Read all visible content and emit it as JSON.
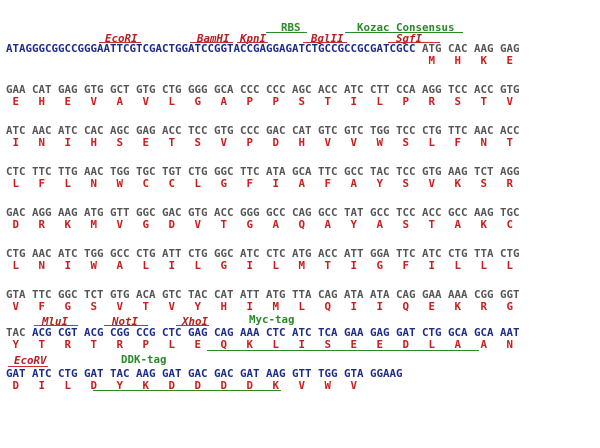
{
  "restriction_sites": {
    "ecori": "EcoRI",
    "bamhi": "BamHI",
    "kpni": "KpnI",
    "bglii": "BglII",
    "sgfi": "SgfI",
    "mlui": "MluI",
    "noti": "NotI",
    "xhoi": "XhoI",
    "ecorv": "EcoRV"
  },
  "features": {
    "rbs": "RBS",
    "kozak": "Kozac Consensus",
    "myc": "Myc-tag",
    "ddk": "DDK-tag"
  },
  "colors": {
    "vector_sequence": "#1c2a8c",
    "insert_sequence": "#555555",
    "amino_acids": "#cc1d1d",
    "restriction_site": "#b42020",
    "tag_feature": "#2a8a2a"
  },
  "sequence_lines": [
    {
      "nt_vector": "ATAGGGCGGCCGGGAATTCGTCGACTGGATCCGGTACCGAGGAGATCTGCCGCCGCGATCGCC",
      "nt_insert": " ATG CAC AAG GAG",
      "aa": "                                                                 M   H   K   E"
    },
    {
      "nt_insert": "GAA CAT GAG GTG GCT GTG CTG GGG GCA CCC CCC AGC ACC ATC CTT CCA AGG TCC ACC GTG",
      "aa": " E   H   E   V   A   V   L   G   A   P   P   S   T   I   L   P   R   S   T   V"
    },
    {
      "nt_insert": "ATC AAC ATC CAC AGC GAG ACC TCC GTG CCC GAC CAT GTC GTC TGG TCC CTG TTC AAC ACC",
      "aa": " I   N   I   H   S   E   T   S   V   P   D   H   V   V   W   S   L   F   N   T"
    },
    {
      "nt_insert": "CTC TTC TTG AAC TGG TGC TGT CTG GGC TTC ATA GCA TTC GCC TAC TCC GTG AAG TCT AGG",
      "aa": " L   F   L   N   W   C   C   L   G   F   I   A   F   A   Y   S   V   K   S   R"
    },
    {
      "nt_insert": "GAC AGG AAG ATG GTT GGC GAC GTG ACC GGG GCC CAG GCC TAT GCC TCC ACC GCC AAG TGC",
      "aa": " D   R   K   M   V   G   D   V   T   G   A   Q   A   Y   A   S   T   A   K   C"
    },
    {
      "nt_insert": "CTG AAC ATC TGG GCC CTG ATT CTG GGC ATC CTC ATG ACC ATT GGA TTC ATC CTG TTA CTG",
      "aa": " L   N   I   W   A   L   I   L   G   I   L   M   T   I   G   F   I   L   L   L"
    },
    {
      "nt_insert": "GTA TTC GGC TCT GTG ACA GTC TAC CAT ATT ATG TTA CAG ATA ATA CAG GAA AAA CGG GGT",
      "aa": " V   F   G   S   V   T   V   Y   H   I   M   L   Q   I   I   Q   E   K   R   G"
    },
    {
      "nt_insert": "TAC ",
      "nt_vector": "ACG CGT ACG CGG CCG CTC GAG CAG AAA CTC ATC TCA GAA GAG GAT CTG GCA GCA AAT",
      "aa": " Y   T   R   T   R   P   L   E   Q   K   L   I   S   E   E   D   L   A   A   N"
    },
    {
      "nt_vector": "GAT ATC CTG GAT TAC AAG GAT GAC GAC GAT AAG GTT TGG GTA GGAAG",
      "aa": " D   I   L   D   Y   K   D   D   D   D   K   V   W   V"
    }
  ]
}
